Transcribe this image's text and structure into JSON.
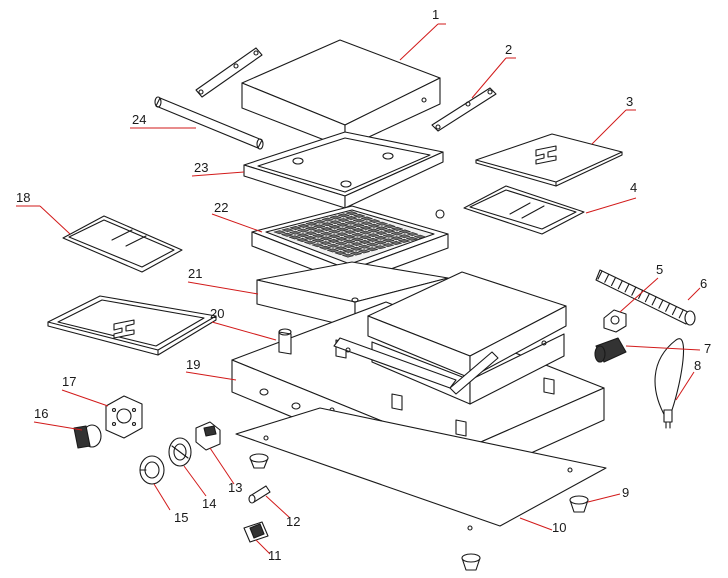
{
  "callouts": [
    {
      "id": "1",
      "label": "1"
    },
    {
      "id": "2",
      "label": "2"
    },
    {
      "id": "3",
      "label": "3"
    },
    {
      "id": "4",
      "label": "4"
    },
    {
      "id": "5",
      "label": "5"
    },
    {
      "id": "6",
      "label": "6"
    },
    {
      "id": "7",
      "label": "7"
    },
    {
      "id": "8",
      "label": "8"
    },
    {
      "id": "9",
      "label": "9"
    },
    {
      "id": "10",
      "label": "10"
    },
    {
      "id": "11",
      "label": "11"
    },
    {
      "id": "12",
      "label": "12"
    },
    {
      "id": "13",
      "label": "13"
    },
    {
      "id": "14",
      "label": "14"
    },
    {
      "id": "15",
      "label": "15"
    },
    {
      "id": "16",
      "label": "16"
    },
    {
      "id": "17",
      "label": "17"
    },
    {
      "id": "18",
      "label": "18"
    },
    {
      "id": "19",
      "label": "19"
    },
    {
      "id": "20",
      "label": "20"
    },
    {
      "id": "21",
      "label": "21"
    },
    {
      "id": "22",
      "label": "22"
    },
    {
      "id": "23",
      "label": "23"
    },
    {
      "id": "24",
      "label": "24"
    }
  ],
  "colors": {
    "line": "#1a1a1a",
    "leader": "#d21a1a"
  }
}
